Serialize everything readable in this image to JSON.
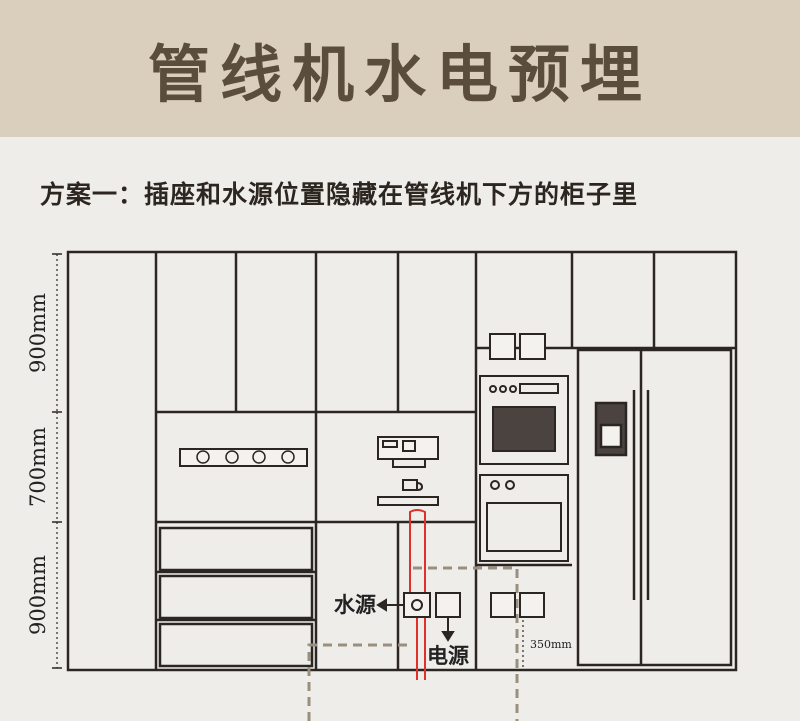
{
  "title": "管线机水电预埋",
  "subtitle": "方案一：插座和水源位置隐藏在管线机下方的柜子里",
  "dimensions": {
    "top": "900mm",
    "middle": "700mm",
    "bottom": "900mm",
    "pipe_offset": "350mm"
  },
  "labels": {
    "water_source": "水源",
    "power_source": "电源"
  },
  "colors": {
    "banner": "#dacfbd",
    "line": "#2b2622",
    "pipe": "#e0302c",
    "dashed": "#9a8e80"
  }
}
